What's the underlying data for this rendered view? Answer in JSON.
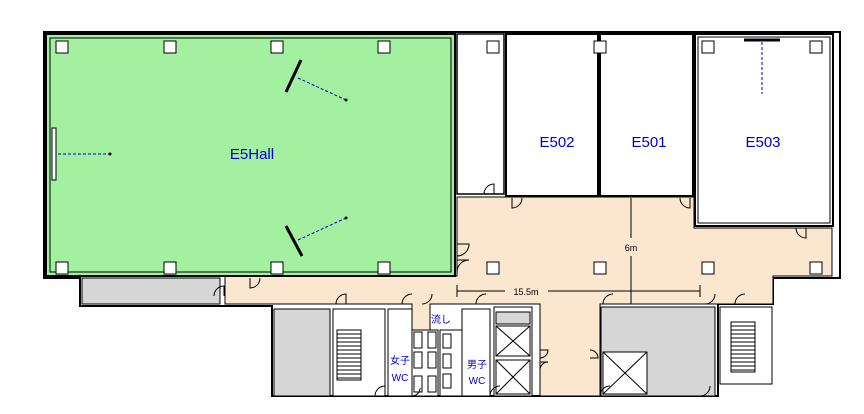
{
  "rooms": {
    "hall": "E5Hall",
    "e502": "E502",
    "e501": "E501",
    "e503": "E503"
  },
  "wc": {
    "women_line1": "女子",
    "women_line2": "WC",
    "men_line1": "男子",
    "men_line2": "WC",
    "sink": "流し"
  },
  "dimensions": {
    "corridor_length": "15.5m",
    "corridor_width": "6m"
  },
  "colors": {
    "hall_fill": "#a3f0a0",
    "corridor_fill": "#fbe6d0",
    "gray_fill": "#d6d6d6",
    "wall": "#000000",
    "room_label": "#0000cc",
    "dashed_line": "#0000cc"
  }
}
